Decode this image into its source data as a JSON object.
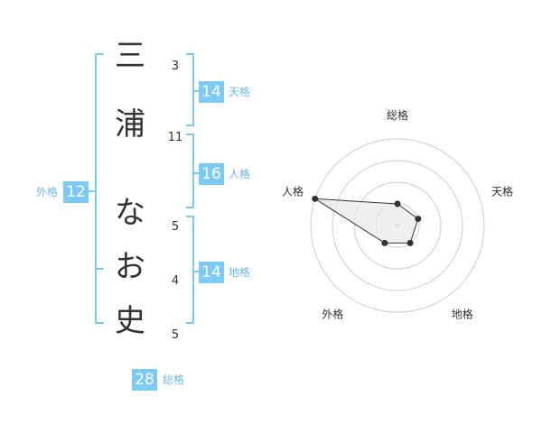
{
  "name": {
    "chars": [
      {
        "char": "三",
        "strokes": "3"
      },
      {
        "char": "浦",
        "strokes": "11"
      },
      {
        "char": "な",
        "strokes": "5"
      },
      {
        "char": "お",
        "strokes": "4"
      },
      {
        "char": "史",
        "strokes": "5"
      }
    ]
  },
  "kaku": {
    "tenkaku": {
      "value": "14",
      "label": "天格"
    },
    "jinkaku": {
      "value": "16",
      "label": "人格"
    },
    "chikaku": {
      "value": "14",
      "label": "地格"
    },
    "gaikaku": {
      "value": "12",
      "label": "外格"
    },
    "soukaku": {
      "value": "28",
      "label": "総格"
    }
  },
  "colors": {
    "accent": "#7ccbf6",
    "accent_text": "#6fb8e8",
    "radar_ring": "#cccccc",
    "radar_fill": "#e8e8e8",
    "radar_point": "#333333"
  },
  "chart_data": {
    "type": "radar",
    "axes": [
      "総格",
      "天格",
      "地格",
      "外格",
      "人格"
    ],
    "values": [
      0.25,
      0.25,
      0.25,
      0.25,
      1.0
    ],
    "rings": 4,
    "range": [
      0,
      1
    ]
  }
}
